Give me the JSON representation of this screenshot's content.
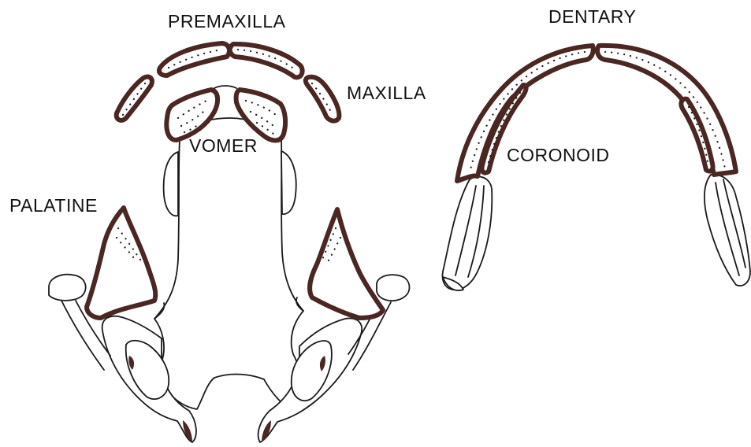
{
  "figure": {
    "colors": {
      "bone_outline": "#4a2723",
      "line": "#1a1a1a",
      "background": "#ffffff"
    },
    "views": [
      {
        "name": "palate-ventral",
        "labels": {
          "premaxilla": "PREMAXILLA",
          "maxilla": "MAXILLA",
          "vomer": "VOMER",
          "palatine": "PALATINE"
        }
      },
      {
        "name": "lower-jaw-dorsal",
        "labels": {
          "dentary": "DENTARY",
          "coronoid": "CORONOID"
        }
      }
    ]
  }
}
